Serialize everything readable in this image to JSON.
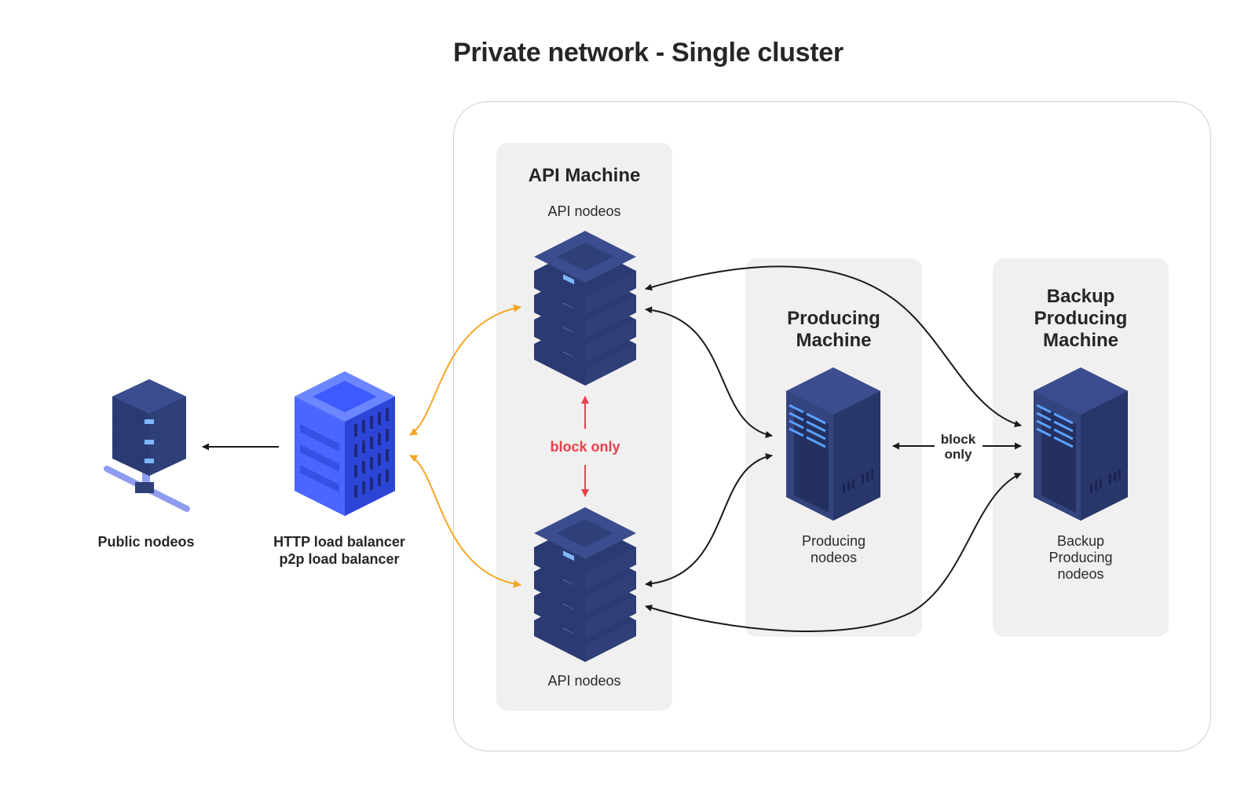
{
  "title": "Private network - Single cluster",
  "api_machine": {
    "title": "API Machine",
    "top_label": "API nodeos",
    "bottom_label": "API nodeos",
    "link_label": "block only"
  },
  "producing_machine": {
    "title_line1": "Producing",
    "title_line2": "Machine",
    "label_line1": "Producing",
    "label_line2": "nodeos"
  },
  "backup_machine": {
    "title_line1": "Backup",
    "title_line2": "Producing",
    "title_line3": "Machine",
    "label_line1": "Backup",
    "label_line2": "Producing",
    "label_line3": "nodeos"
  },
  "producer_link": {
    "label_line1": "block",
    "label_line2": "only"
  },
  "public_nodeos": {
    "label": "Public nodeos"
  },
  "load_balancer": {
    "label_line1": "HTTP load balancer",
    "label_line2": "p2p load balancer"
  },
  "colors": {
    "server_dark": "#2f3f78",
    "server_top": "#3b4d8e",
    "lb_blue": "#3d5afe",
    "orange_arrow": "#f5a623",
    "red_arrow": "#e8404a",
    "black_arrow": "#1a1a1a"
  }
}
